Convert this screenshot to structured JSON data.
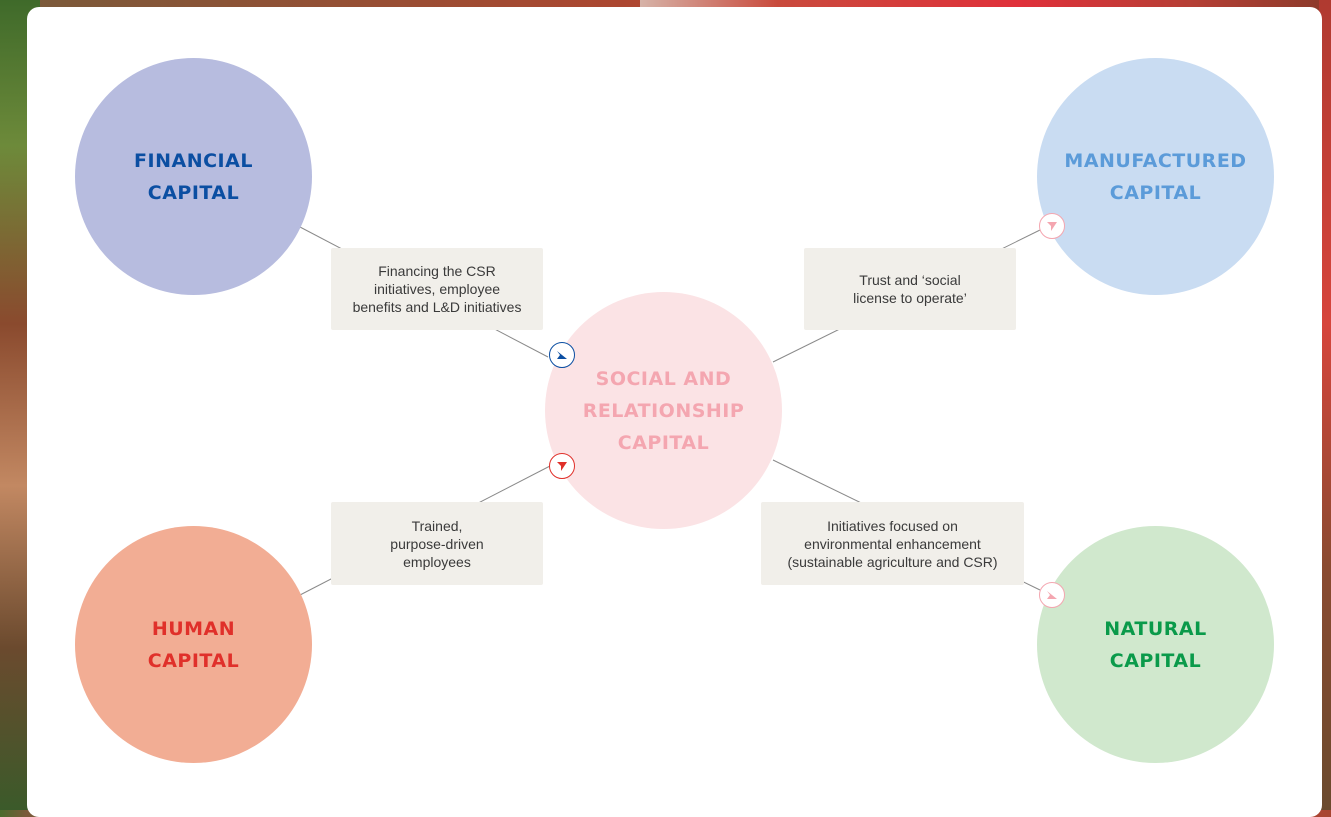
{
  "diagram": {
    "center": {
      "label": "SOCIAL AND\nRELATIONSHIP\nCAPITAL",
      "color": "#f4a6b0",
      "fill": "#fbe3e5"
    },
    "nodes": {
      "financial": {
        "label": "FINANCIAL\nCAPITAL",
        "color": "#0b4ea2",
        "fill": "#b7bcdf"
      },
      "manufactured": {
        "label": "MANUFACTURED\nCAPITAL",
        "color": "#5b9bd9",
        "fill": "#c9dcf2"
      },
      "human": {
        "label": "HUMAN\nCAPITAL",
        "color": "#e0302a",
        "fill": "#f2ad94"
      },
      "natural": {
        "label": "NATURAL\nCAPITAL",
        "color": "#0a9a4a",
        "fill": "#d0e8cd"
      }
    },
    "links": {
      "financial": "Financing the CSR\ninitiatives, employee\nbenefits and L&D initiatives",
      "manufactured": "Trust and ‘social\nlicense to operate’",
      "human": "Trained,\npurpose-driven\nemployees",
      "natural": "Initiatives focused on\nenvironmental enhancement\n(sustainable agriculture and CSR)"
    },
    "badges": {
      "financial": {
        "icon": "arrow-icon",
        "color": "#0b4ea2"
      },
      "human": {
        "icon": "arrow-icon",
        "color": "#e0302a"
      },
      "manufactured": {
        "icon": "arrow-icon",
        "color": "#f4a6b0"
      },
      "natural": {
        "icon": "arrow-icon",
        "color": "#f4a6b0"
      }
    }
  }
}
